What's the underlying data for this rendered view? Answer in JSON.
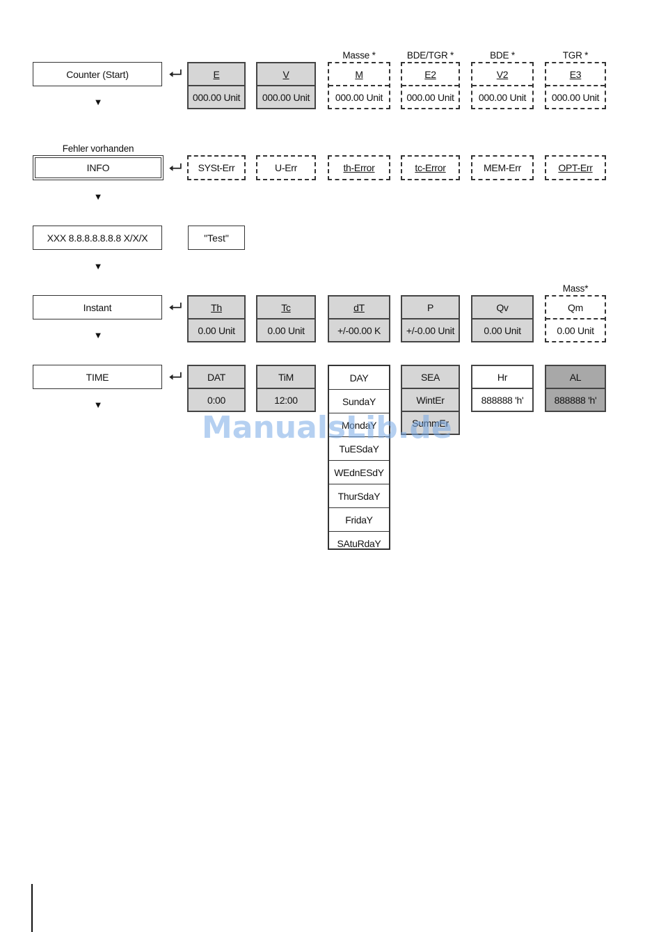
{
  "rows": {
    "counter": {
      "menu": "Counter (Start)",
      "cells": [
        {
          "top": "E",
          "bottom": "000.00 Unit"
        },
        {
          "top": "V",
          "bottom": "000.00 Unit"
        },
        {
          "caption": "Masse *",
          "top": "M",
          "bottom": "000.00 Unit"
        },
        {
          "caption": "BDE/TGR *",
          "top": "E2",
          "bottom": "000.00 Unit"
        },
        {
          "caption": "BDE *",
          "top": "V2",
          "bottom": "000.00 Unit"
        },
        {
          "caption": "TGR *",
          "top": "E3",
          "bottom": "000.00 Unit"
        }
      ]
    },
    "info": {
      "caption": "Fehler vorhanden",
      "menu": "INFO",
      "errors": [
        "SYSt-Err",
        "U-Err",
        "th-Error",
        "tc-Error",
        "MEM-Err",
        "OPT-Err"
      ]
    },
    "test": {
      "menu": "XXX 8.8.8.8.8.8.8 X/X/X",
      "value": "\"Test\""
    },
    "instant": {
      "menu": "Instant",
      "cells": [
        {
          "top": "Th",
          "bottom": "0.00 Unit"
        },
        {
          "top": "Tc",
          "bottom": "0.00 Unit"
        },
        {
          "top": "dT",
          "bottom": "+/-00.00 K"
        },
        {
          "top": "P",
          "bottom": "+/-0.00 Unit"
        },
        {
          "top": "Qv",
          "bottom": "0.00 Unit"
        },
        {
          "caption": "Mass*",
          "top": "Qm",
          "bottom": "0.00 Unit"
        }
      ]
    },
    "time": {
      "menu": "TIME",
      "dat": {
        "top": "DAT",
        "bottom": "0:00"
      },
      "tim": {
        "top": "TiM",
        "bottom": "12:00"
      },
      "day": {
        "top": "DAY",
        "items": [
          "SundaY",
          "MondaY",
          "TuESdaY",
          "WEdnESdY",
          "ThurSdaY",
          "FridaY",
          "SAtuRdaY"
        ]
      },
      "sea": {
        "top": "SEA",
        "items": [
          "WintEr",
          "SummEr"
        ]
      },
      "hr": {
        "top": "Hr",
        "bottom": "888888 'h'"
      },
      "al": {
        "top": "AL",
        "bottom": "888888 'h'"
      }
    }
  },
  "watermark": "ManualsLib.de",
  "symbols": {
    "down_arrow": "▼",
    "enter": "enter-arrow-icon"
  }
}
